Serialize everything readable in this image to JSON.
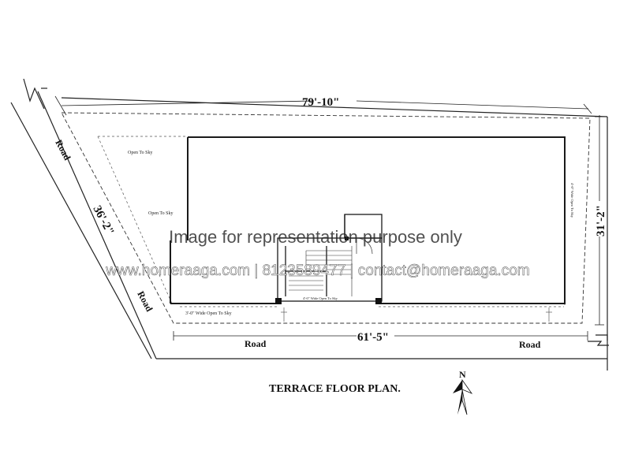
{
  "plan": {
    "title": "TERRACE FLOOR PLAN.",
    "north_label": "N"
  },
  "dimensions": {
    "top": "79'-10\"",
    "left": "36'-2\"",
    "right": "31'-2\"",
    "bottom": "61'-5\""
  },
  "roads": {
    "left_upper": "Road",
    "left_lower": "Road",
    "bottom_left": "Road",
    "bottom_right": "Road"
  },
  "labels": {
    "open_sky_top": "Open To Sky",
    "open_sky_mid": "Open To Sky",
    "open_sky_bottom": "3'-0\" Wide Open To Sky",
    "open_sky_right": "4'-0\" Wide Open To Sky",
    "stair_bottom": "4'-0\" Wide Open To Sky"
  },
  "watermark": {
    "line1": "Image for representation purpose only",
    "line2": "www.homeraaga.com | 8123589477 | contact@homeraaga.com"
  },
  "colors": {
    "line": "#222222",
    "wall": "#1a1a1a"
  }
}
